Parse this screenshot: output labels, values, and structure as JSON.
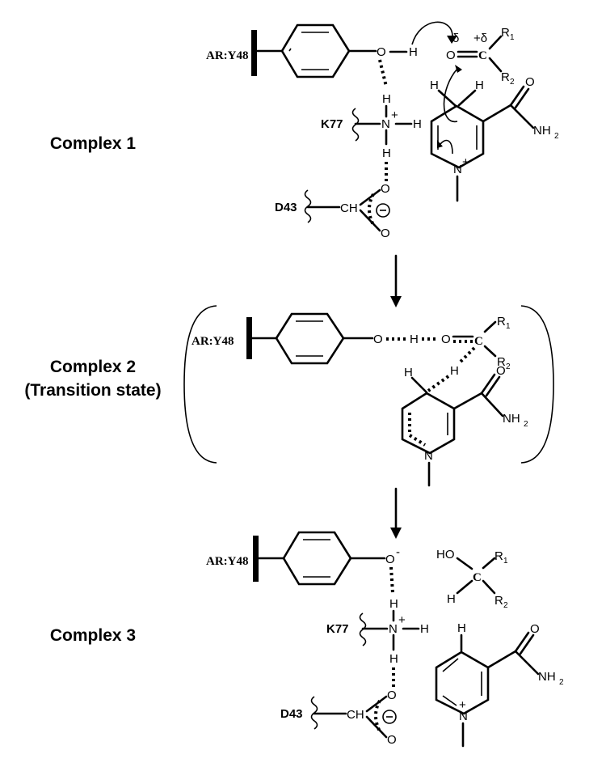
{
  "complex1": {
    "label": "Complex 1",
    "residue_y48": "AR:Y48",
    "residue_k77": "K77",
    "residue_d43": "D43",
    "atoms": {
      "o": "O",
      "h": "H",
      "n": "N",
      "c": "C",
      "ch": "CH",
      "nh2": "NH",
      "nh2_sub": "2",
      "r1": "R",
      "r1_sub": "1",
      "r2": "R",
      "r2_sub": "2",
      "delta_minus": "-δ",
      "delta_plus": "+δ",
      "plus": "+",
      "minus": "⊖"
    }
  },
  "complex2": {
    "label_line1": "Complex 2",
    "label_line2": "(Transition state)",
    "residue_y48": "AR:Y48"
  },
  "complex3": {
    "label": "Complex 3",
    "residue_y48": "AR:Y48",
    "residue_k77": "K77",
    "residue_d43": "D43",
    "atoms": {
      "ho": "HO",
      "o_minus": "O",
      "minus_sup": "-"
    }
  }
}
